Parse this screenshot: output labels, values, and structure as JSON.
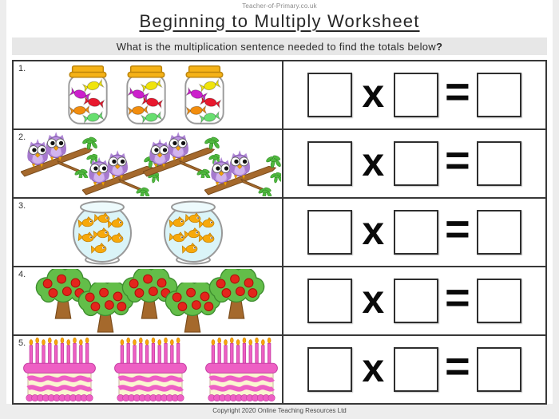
{
  "page": {
    "watermark": "Teacher-of-Primary.co.uk",
    "title": "Beginning to Multiply Worksheet",
    "question_text": "What is the multiplication sentence needed to find the totals below",
    "question_punctuation": "?",
    "footer": "Copyright 2020 Online Teaching Resources Ltd"
  },
  "equation": {
    "multiply": "x",
    "equals": "="
  },
  "rows": [
    {
      "number": "1.",
      "item": "candy-jar",
      "groups": 3,
      "items_per_group": 5
    },
    {
      "number": "2.",
      "item": "owl-branch",
      "groups": 4,
      "items_per_group": 2
    },
    {
      "number": "3.",
      "item": "fish-bowl",
      "groups": 2,
      "items_per_group": 7
    },
    {
      "number": "4.",
      "item": "apple-tree",
      "groups": 5,
      "items_per_group": 6
    },
    {
      "number": "5.",
      "item": "birthday-cake",
      "groups": 3,
      "items_per_group": 10
    }
  ],
  "colors": {
    "page_background": "#ededed",
    "question_bar": "#e7e7e7",
    "table_border": "#383838",
    "jar_lid_gold": "#F5B217",
    "owl_purple": "#BC93E2",
    "branch_brown": "#A5692C",
    "leaf_green": "#4FB83E",
    "fish_orange": "#F7A90B",
    "water_blue": "#DAF4F8",
    "tree_green": "#63BE49",
    "apple_red": "#E3251C",
    "cake_pink": "#EE5FC4",
    "cake_cream": "#FAF6D0"
  }
}
